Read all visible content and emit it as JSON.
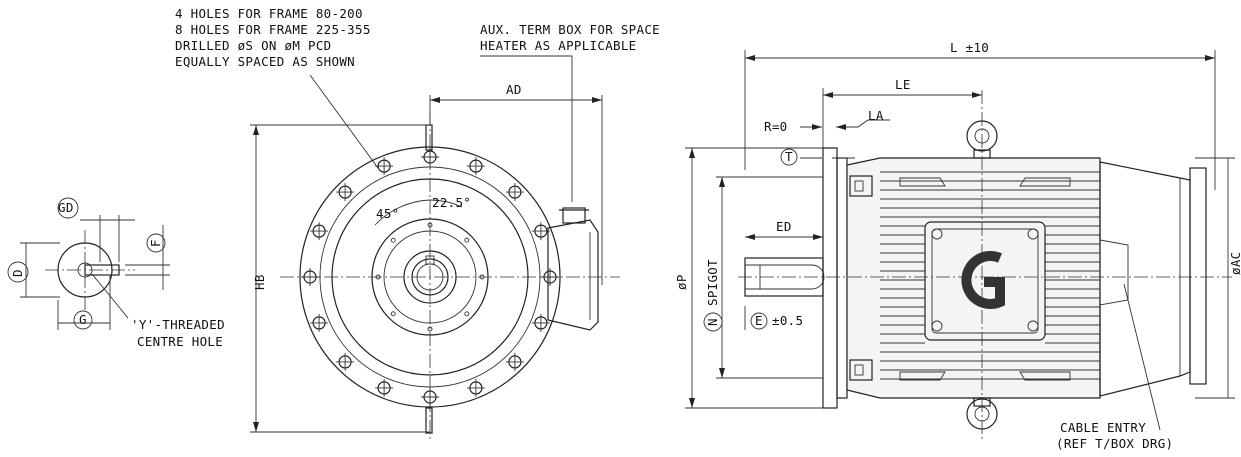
{
  "notes": {
    "holes_line1": "4 HOLES FOR FRAME 80-200",
    "holes_line2": "8 HOLES FOR FRAME 225-355",
    "holes_line3": "DRILLED øS ON øM PCD",
    "holes_line4": "EQUALLY SPACED AS SHOWN",
    "aux_line1": "AUX. TERM BOX FOR SPACE",
    "aux_line2": "HEATER AS APPLICABLE",
    "thread_line1": "'Y'-THREADED",
    "thread_line2": "CENTRE HOLE",
    "cable_line1": "CABLE ENTRY",
    "cable_line2": "(REF T/BOX DRG)"
  },
  "dims": {
    "AD": "AD",
    "HB": "HB",
    "angle45": "45°",
    "angle22": "22.5°",
    "L": "L ±10",
    "LE": "LE",
    "R": "R=0",
    "LA": "LA",
    "T": "T",
    "ED": "ED",
    "E_tol": "±0.5",
    "E": "E",
    "P": "øP",
    "N": "N",
    "spigot": "SPIGOT",
    "AC": "øAC",
    "GD": "GD",
    "F": "F",
    "D": "D",
    "G": "G"
  },
  "colors": {
    "line": "#222222",
    "logo": "#333333",
    "background": "#ffffff"
  }
}
